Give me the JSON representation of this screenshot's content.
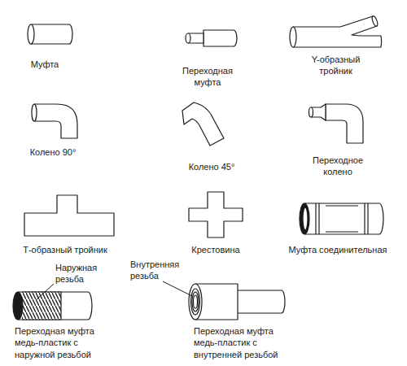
{
  "diagram": {
    "labels": [
      "Муфта",
      "Переходная муфта",
      "Y-образный тройник",
      "Колено 90°",
      "Колено 45°",
      "Переходное колено",
      "Т-образный тройник",
      "Крестовина",
      "Муфта соединительная",
      "Наружная резьба",
      "Переходная муфта медь-пластик с наружной резьбой",
      "Внутренняя резьба",
      "Переходная муфта медь-пластик с внутренней резьбой"
    ]
  }
}
